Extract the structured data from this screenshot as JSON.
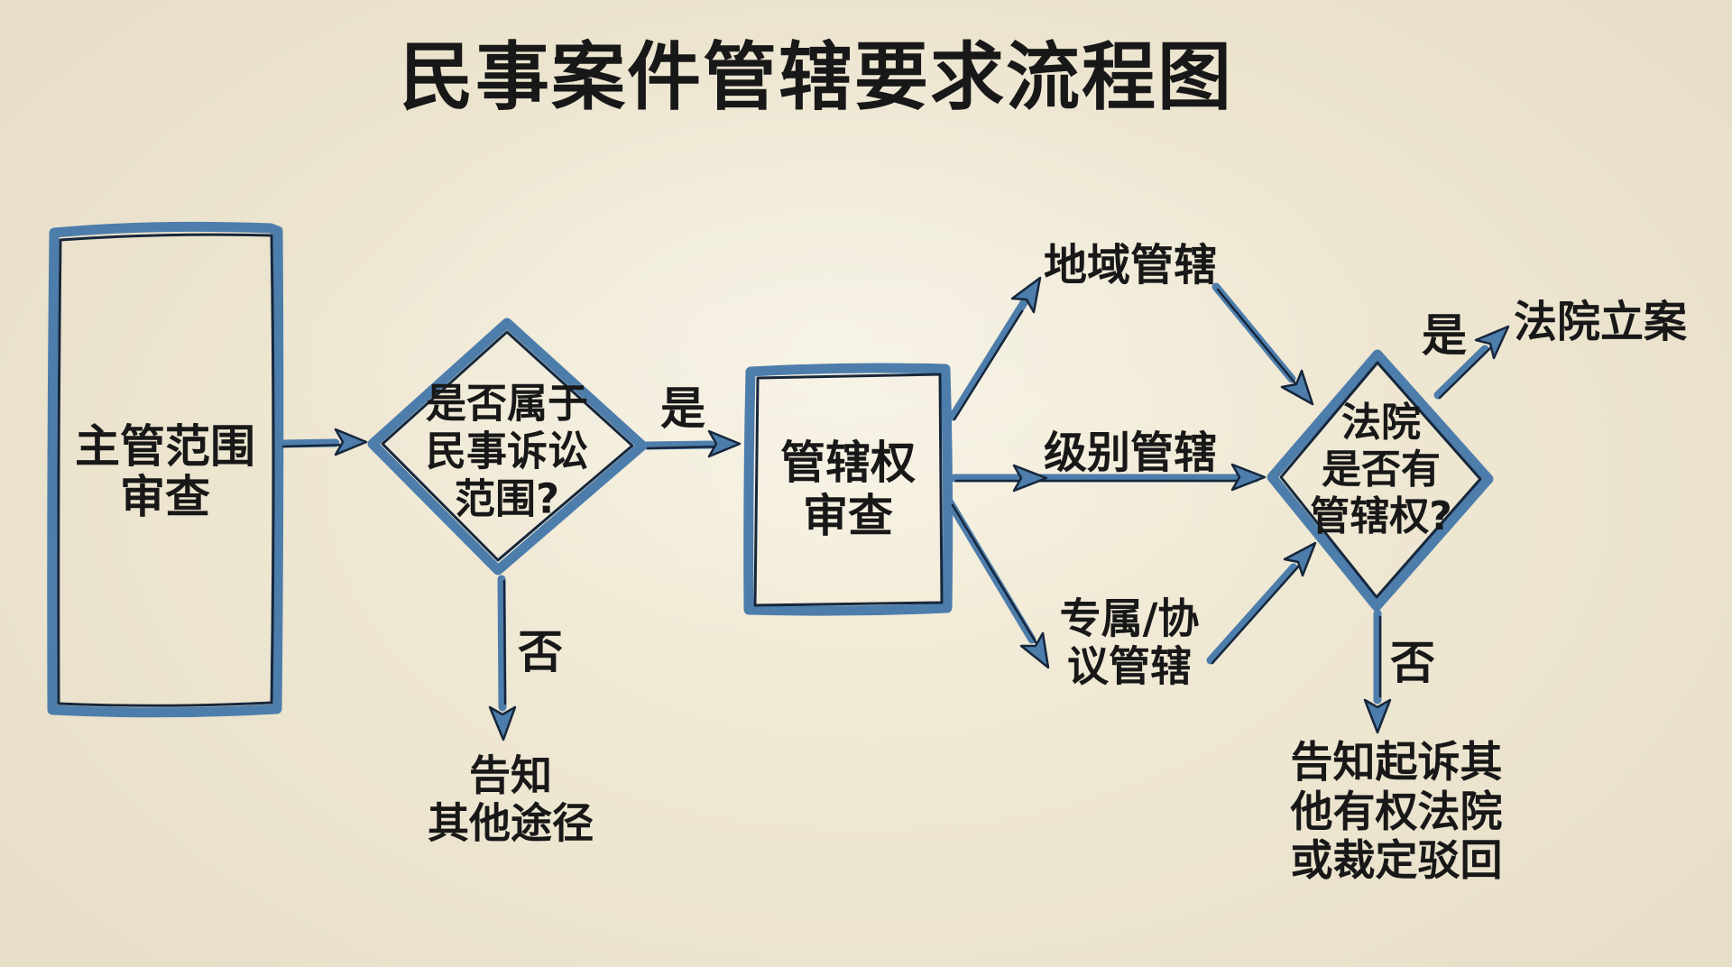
{
  "title": "民事案件管辖要求流程图",
  "colors": {
    "paper": "#f1ead5",
    "text_ink": "#181818",
    "arrow_blue": "#4d7dab",
    "arrow_outline": "#16263b"
  },
  "nodes": {
    "scope_review": {
      "type": "rect",
      "lines": [
        "主管范围",
        "审查"
      ]
    },
    "civil_scope_question": {
      "type": "diamond",
      "lines": [
        "是否属于",
        "民事诉讼",
        "范围?"
      ]
    },
    "jurisdiction_review": {
      "type": "rect",
      "lines": [
        "管辖权",
        "审查"
      ]
    },
    "court_jurisdiction_question": {
      "type": "diamond",
      "lines": [
        "法院",
        "是否有",
        "管辖权?"
      ]
    },
    "inform_other_channels": {
      "type": "text",
      "lines": [
        "告知",
        "其他途径"
      ]
    },
    "court_filing": {
      "type": "text",
      "lines": [
        "法院立案"
      ]
    },
    "inform_other_court_or_reject": {
      "type": "text",
      "lines": [
        "告知起诉其",
        "他有权法院",
        "或裁定驳回"
      ]
    }
  },
  "edge_labels": {
    "yes_1": "是",
    "no_1": "否",
    "yes_2": "是",
    "no_2": "否",
    "territorial": "地域管辖",
    "level": "级别管辖",
    "exclusive_agreement_lines": [
      "专属/协",
      "议管辖"
    ]
  }
}
